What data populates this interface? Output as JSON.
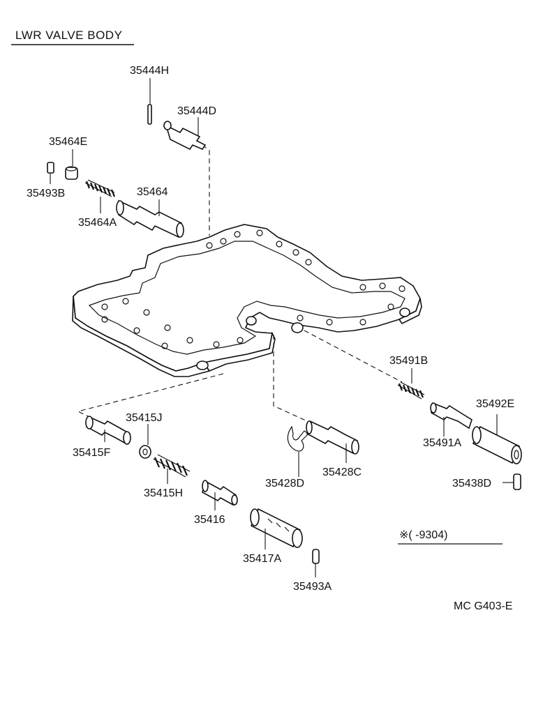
{
  "title": "LWR  VALVE  BODY",
  "labels": {
    "p35444H": "35444H",
    "p35444D": "35444D",
    "p35464E": "35464E",
    "p35493B": "35493B",
    "p35464": "35464",
    "p35464A": "35464A",
    "p35491B": "35491B",
    "p35492E": "35492E",
    "p35491A": "35491A",
    "p35438D": "35438D",
    "p35415J": "35415J",
    "p35415F": "35415F",
    "p35415H": "35415H",
    "p35416": "35416",
    "p35417A": "35417A",
    "p35493A": "35493A",
    "p35428D": "35428D",
    "p35428C": "35428C"
  },
  "note": {
    "symbol": "※",
    "text": "※(          -9304)"
  },
  "code": "MC  G403-E"
}
